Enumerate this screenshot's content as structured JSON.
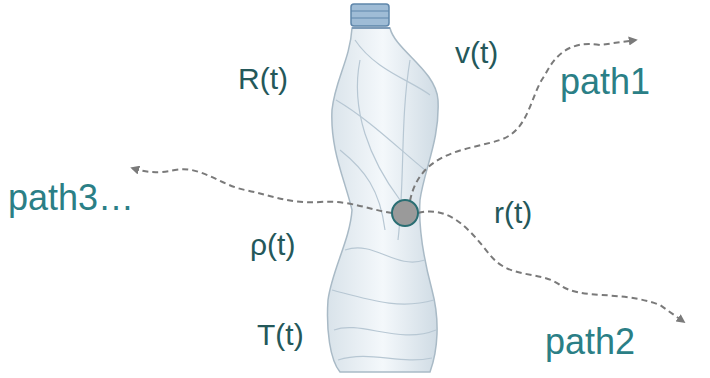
{
  "diagram": {
    "labels": [
      "R(t)",
      "v(t)",
      "path1",
      "path3…",
      "ρ(t)",
      "r(t)",
      "path2",
      "T(t)"
    ]
  }
}
